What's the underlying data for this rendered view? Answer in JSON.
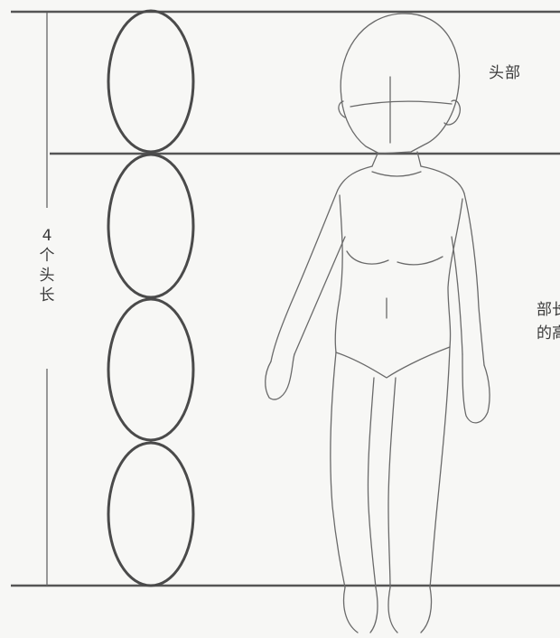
{
  "labels": {
    "head_part": "头部",
    "four_heads_number": "4",
    "four_heads_char1": "个",
    "four_heads_char2": "头",
    "four_heads_char3": "长",
    "cut_text_line1": "部长",
    "cut_text_line2": "的高"
  },
  "colors": {
    "background": "#f7f7f5",
    "guide_line": "#555555",
    "oval": "#4a4a4a",
    "sketch": "#6a6a6a"
  }
}
